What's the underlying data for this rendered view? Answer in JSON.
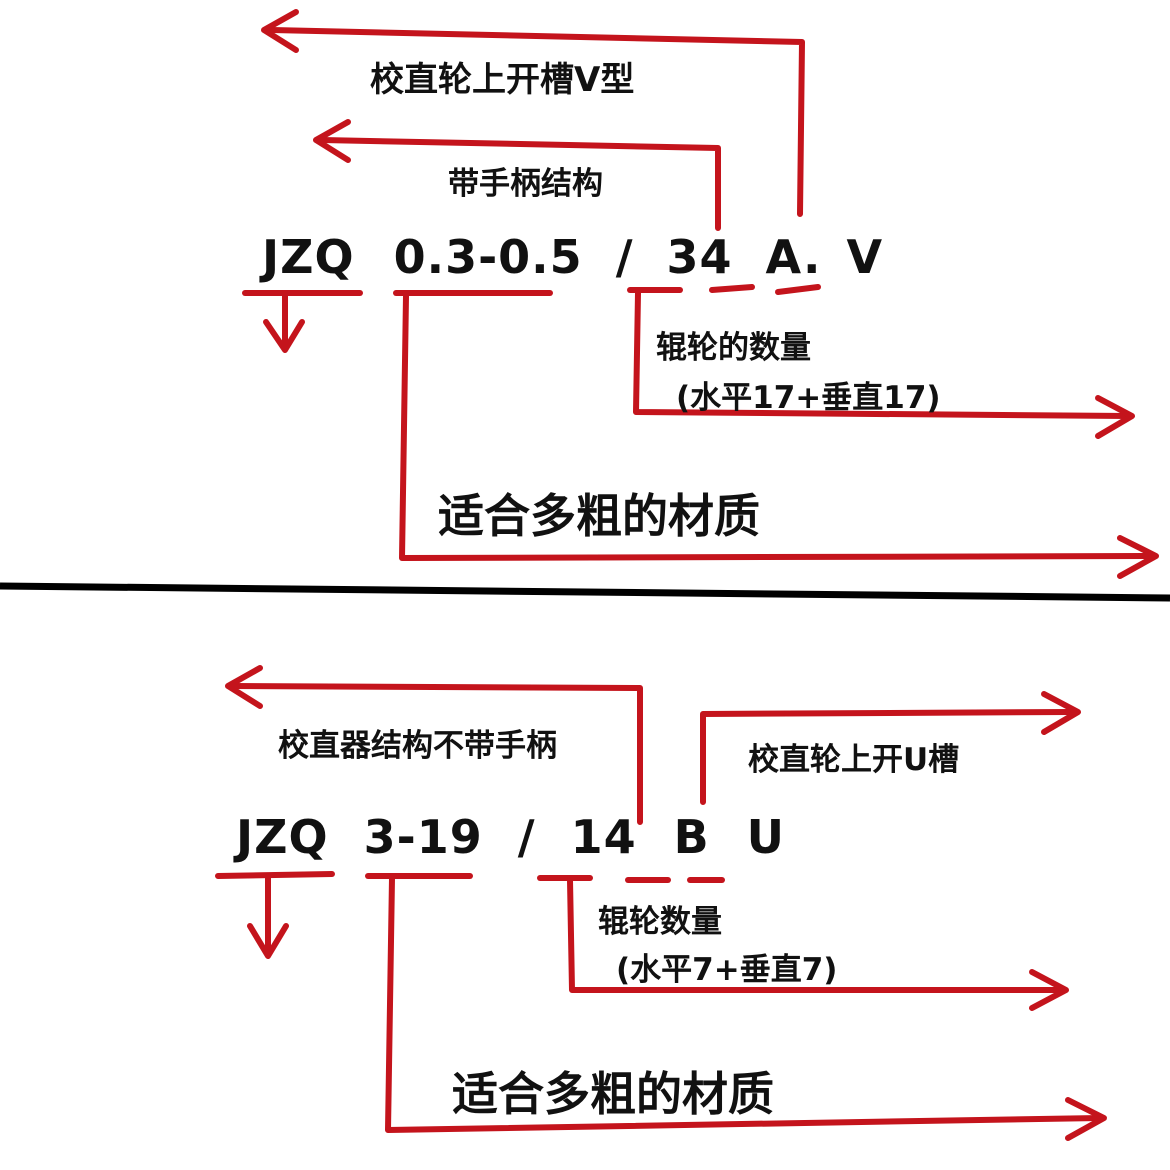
{
  "colors": {
    "arrow": "#c4141c",
    "text": "#111111",
    "divider": "#000000"
  },
  "top": {
    "code_parts": [
      "JZQ",
      "0.3-0.5",
      "/",
      "34",
      "A.",
      "V"
    ],
    "labels": {
      "v_groove": "校直轮上开槽V型",
      "handle": "带手柄结构",
      "roller_count": "辊轮的数量",
      "roller_split": "(水平17+垂直17)",
      "material": "适合多粗的材质"
    }
  },
  "bottom": {
    "code_parts": [
      "JZQ",
      "3-19",
      "/",
      "14",
      "B",
      "U"
    ],
    "labels": {
      "no_handle": "校直器结构不带手柄",
      "u_groove": "校直轮上开U槽",
      "roller_count": "辊轮数量",
      "roller_split": "(水平7+垂直7)",
      "material": "适合多粗的材质"
    }
  }
}
